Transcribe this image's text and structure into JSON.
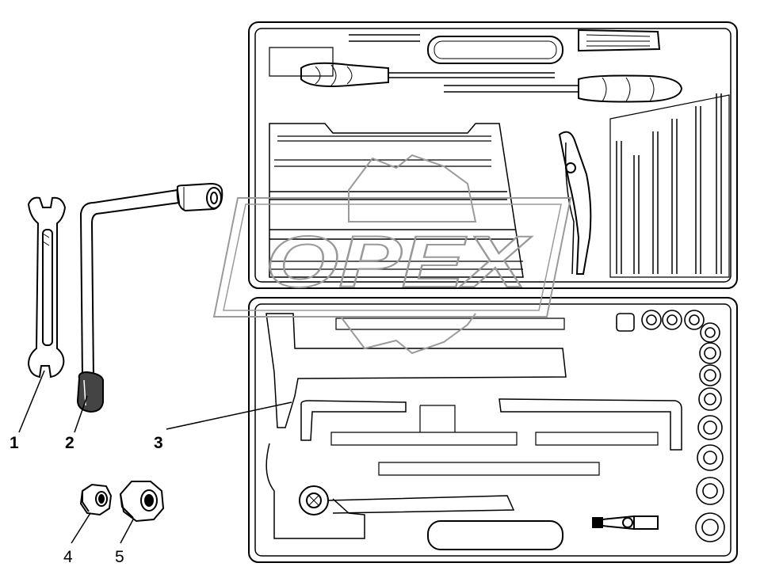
{
  "diagram": {
    "callouts": [
      {
        "id": "1",
        "label": "1"
      },
      {
        "id": "2",
        "label": "2"
      },
      {
        "id": "3",
        "label": "3"
      },
      {
        "id": "4",
        "label": "4"
      },
      {
        "id": "5",
        "label": "5"
      }
    ]
  },
  "watermark": {
    "text": "OPEX"
  }
}
